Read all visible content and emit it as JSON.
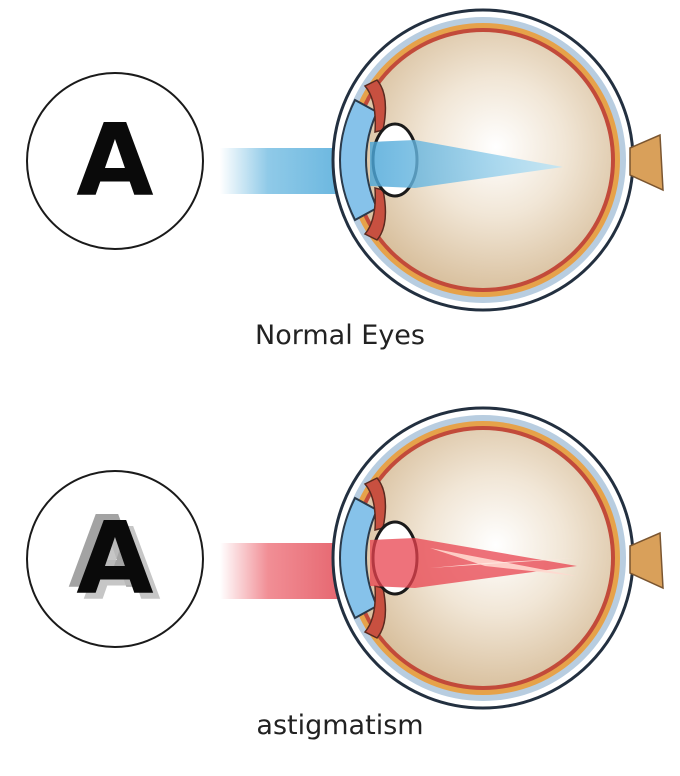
{
  "panels": [
    {
      "id": "normal",
      "letter": "A",
      "caption": "Normal Eyes",
      "beam_color": "#6ab8e0"
    },
    {
      "id": "astigmatism",
      "letter": "A",
      "caption": "astigmatism",
      "beam_color": "#e8434f"
    }
  ],
  "colors": {
    "sclera_outer": "#6b8fae",
    "retina": "#c24a3a",
    "choroid": "#e6a24a",
    "vitreous": "#e8d8c0",
    "lens": "#ffffff",
    "optic_nerve": "#d9a05a"
  }
}
